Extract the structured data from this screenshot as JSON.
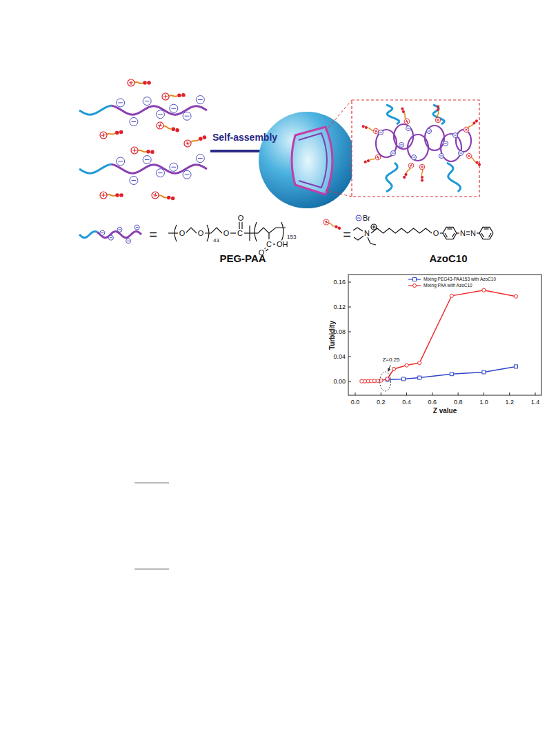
{
  "diagram": {
    "labels": [
      "Self-assembly",
      "=",
      "O",
      "O",
      "43",
      "O",
      "C",
      "O",
      "153",
      "C",
      "O",
      "OH",
      "PEG-PAA",
      "=",
      "Br",
      "N",
      "O",
      "N",
      "N",
      "AzoC10",
      "Turbidity",
      "Z value",
      "0.16",
      "0.12",
      "0.08",
      "0.04",
      "0.00",
      "0.0",
      "0.2",
      "0.4",
      "0.6",
      "0.8",
      "1.0",
      "1.2",
      "1.4",
      "Z=0.25"
    ],
    "legend": [
      {
        "text": "Mixing PEG43-PAA153 with AzoC10"
      },
      {
        "text": "Mixing PAA with AzoC10"
      }
    ]
  }
}
